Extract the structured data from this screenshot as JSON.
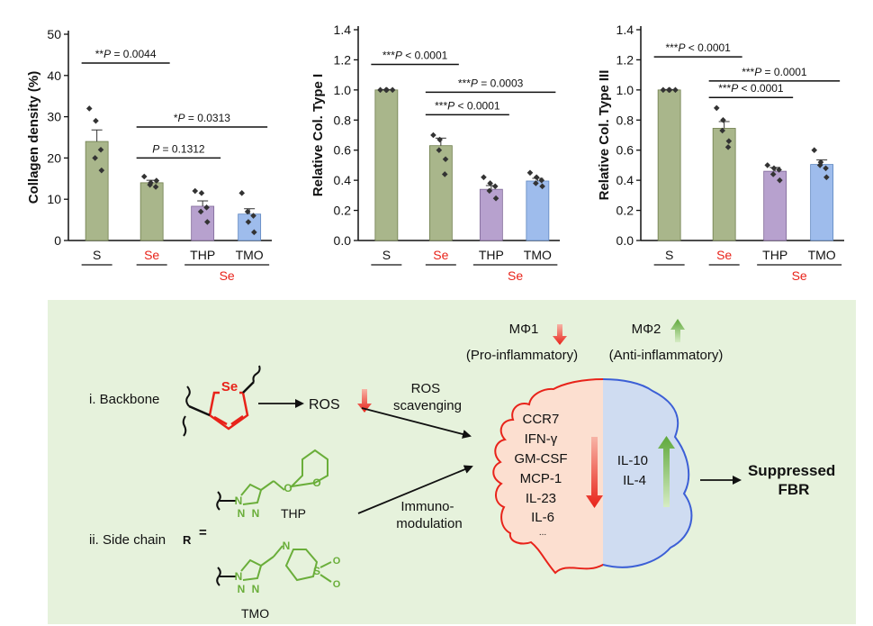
{
  "chart_data": [
    {
      "type": "bar",
      "ylabel": "Collagen density (%)",
      "ylim": [
        0,
        50
      ],
      "yticks": [
        0,
        10,
        20,
        30,
        40,
        50
      ],
      "categories": [
        "S",
        "Se",
        "THP",
        "TMO"
      ],
      "group_label": "Se",
      "values": [
        24,
        14,
        8.3,
        6.4
      ],
      "errors": [
        2.8,
        0.6,
        1.3,
        1.3
      ],
      "points": [
        [
          32,
          29,
          20,
          17,
          22
        ],
        [
          15.5,
          14,
          13.5,
          14.5,
          13
        ],
        [
          12,
          11.5,
          7,
          4.5,
          8
        ],
        [
          11.5,
          4.5,
          7,
          2,
          6
        ]
      ],
      "annotations": [
        {
          "pre": "**",
          "p": "P",
          "post": " = 0.0044",
          "from": 0,
          "to": 1,
          "y": 43
        },
        {
          "pre": "*",
          "p": "P",
          "post": " = 0.0313",
          "from": 1,
          "to": 3,
          "y": 27.5
        },
        {
          "pre": "",
          "p": "P",
          "post": " = 0.1312",
          "from": 1,
          "to": 2,
          "y": 20
        }
      ]
    },
    {
      "type": "bar",
      "ylabel": "Relative Col. Type I",
      "ylim": [
        0,
        1.4
      ],
      "yticks": [
        0.0,
        0.2,
        0.4,
        0.6,
        0.8,
        1.0,
        1.2,
        1.4
      ],
      "categories": [
        "S",
        "Se",
        "THP",
        "TMO"
      ],
      "group_label": "Se",
      "values": [
        1.0,
        0.63,
        0.34,
        0.395
      ],
      "errors": [
        0.003,
        0.05,
        0.025,
        0.018
      ],
      "points": [
        [
          1.0,
          1.0,
          1.0,
          1.0
        ],
        [
          0.7,
          0.67,
          0.6,
          0.54,
          0.44
        ],
        [
          0.42,
          0.38,
          0.33,
          0.28,
          0.36
        ],
        [
          0.45,
          0.42,
          0.38,
          0.36,
          0.4
        ]
      ],
      "annotations": [
        {
          "pre": "***",
          "p": "P",
          "post": " < 0.0001",
          "from": 0,
          "to": 1,
          "y": 1.17
        },
        {
          "pre": "***",
          "p": "P",
          "post": " = 0.0003",
          "from": 1,
          "to": 3,
          "y": 0.985
        },
        {
          "pre": "***",
          "p": "P",
          "post": " < 0.0001",
          "from": 1,
          "to": 2,
          "y": 0.835
        }
      ]
    },
    {
      "type": "bar",
      "ylabel": "Relative Col. Type III",
      "ylim": [
        0,
        1.4
      ],
      "yticks": [
        0.0,
        0.2,
        0.4,
        0.6,
        0.8,
        1.0,
        1.2,
        1.4
      ],
      "categories": [
        "S",
        "Se",
        "THP",
        "TMO"
      ],
      "group_label": "Se",
      "values": [
        1.0,
        0.745,
        0.46,
        0.505
      ],
      "errors": [
        0.003,
        0.045,
        0.025,
        0.03
      ],
      "points": [
        [
          1.0,
          1.0,
          1.0,
          1.0
        ],
        [
          0.88,
          0.8,
          0.73,
          0.66,
          0.62
        ],
        [
          0.5,
          0.48,
          0.44,
          0.4,
          0.47
        ],
        [
          0.6,
          0.52,
          0.5,
          0.42,
          0.48
        ]
      ],
      "annotations": [
        {
          "pre": "***",
          "p": "P",
          "post": " < 0.0001",
          "from": 0,
          "to": 1,
          "y": 1.22
        },
        {
          "pre": "***",
          "p": "P",
          "post": " = 0.0001",
          "from": 1,
          "to": 3,
          "y": 1.06
        },
        {
          "pre": "***",
          "p": "P",
          "post": " < 0.0001",
          "from": 1,
          "to": 2,
          "y": 0.95
        }
      ]
    }
  ],
  "colors": {
    "bars": [
      "#a9b68b",
      "#a9b68b",
      "#b7a1ce",
      "#9ebcec"
    ],
    "bar_edges": [
      "#6e7d4b",
      "#6e7d4b",
      "#7e6697",
      "#5e86c0"
    ],
    "se_label": "#e8231a",
    "panel_bg": "#e6f2dc",
    "selenophene": "#e8231a",
    "side_chain": "#6aae3a",
    "m1_fill": "#fcdfd0",
    "m1_edge": "#e8231a",
    "m2_fill": "#cfdcf1",
    "m2_edge": "#3c5fd6"
  },
  "scheme": {
    "m1_label": "MΦ1",
    "m1_desc": "(Pro-inflammatory)",
    "m2_label": "MΦ2",
    "m2_desc": "(Anti-inflammatory)",
    "backbone_label": "i. Backbone",
    "ros_label": "ROS",
    "ros_scavenging": [
      "ROS",
      "scavenging"
    ],
    "immunomodulation": [
      "Immuno-",
      "modulation"
    ],
    "side_chain_label": "ii. Side chain",
    "r_label": "R",
    "equals": "=",
    "se_atom": "Se",
    "thp_label": "THP",
    "tmo_label": "TMO",
    "n_atom": "N",
    "o_atom": "O",
    "s_atom": "S",
    "m1_cytokines": [
      "CCR7",
      "IFN-γ",
      "GM-CSF",
      "MCP-1",
      "IL-23",
      "IL-6",
      "..."
    ],
    "m2_cytokines": [
      "IL-10",
      "IL-4"
    ],
    "outcome": [
      "Suppressed",
      "FBR"
    ]
  }
}
